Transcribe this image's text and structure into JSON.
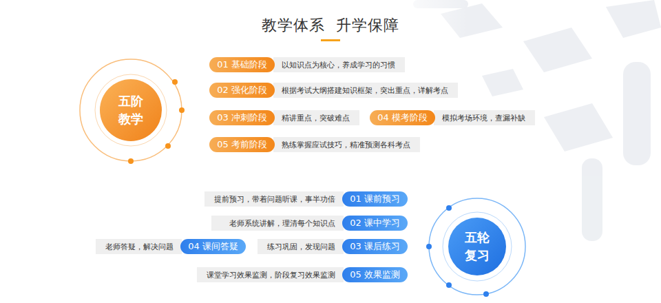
{
  "diagram": {
    "title": "教学体系  升学保障",
    "nodes": [
      {
        "text": [
          "五阶 教学"
        ]
      },
      {
        "text": [
          "01 基础阶段"
        ]
      },
      {
        "text": [
          "以知识点为核心，养成学习的习惯"
        ]
      },
      {
        "text": [
          "02 强化阶段"
        ]
      },
      {
        "text": [
          "根据考试大纲搭建知识框架，突出重点，详解考点"
        ]
      },
      {
        "text": [
          "03 冲刺阶段"
        ]
      },
      {
        "text": [
          "精讲重点，突破难点"
        ]
      },
      {
        "text": [
          "04 模考阶段"
        ]
      },
      {
        "text": [
          "模拟考场环境，查漏补缺"
        ]
      },
      {
        "text": [
          "05 考前阶段"
        ]
      },
      {
        "text": [
          "熟练掌握应试技巧，精准预测各科考点"
        ]
      },
      {
        "text": [
          "提前预习，带着问题听课，事半功倍"
        ]
      },
      {
        "text": [
          "01 课前预习"
        ]
      },
      {
        "text": [
          "老师系统讲解，理清每个知识点"
        ]
      },
      {
        "text": [
          "02 课中学习"
        ]
      },
      {
        "text": [
          "老师答疑，解决问题"
        ]
      },
      {
        "text": [
          "04 课间答疑"
        ]
      },
      {
        "text": [
          "练习巩固，发现问题"
        ]
      },
      {
        "text": [
          "03 课后练习"
        ]
      },
      {
        "text": [
          "课堂学习效果监测，阶段复习效果监测"
        ]
      },
      {
        "text": [
          "05 效果监测"
        ]
      },
      {
        "text": [
          "五轮 复习"
        ]
      }
    ]
  }
}
